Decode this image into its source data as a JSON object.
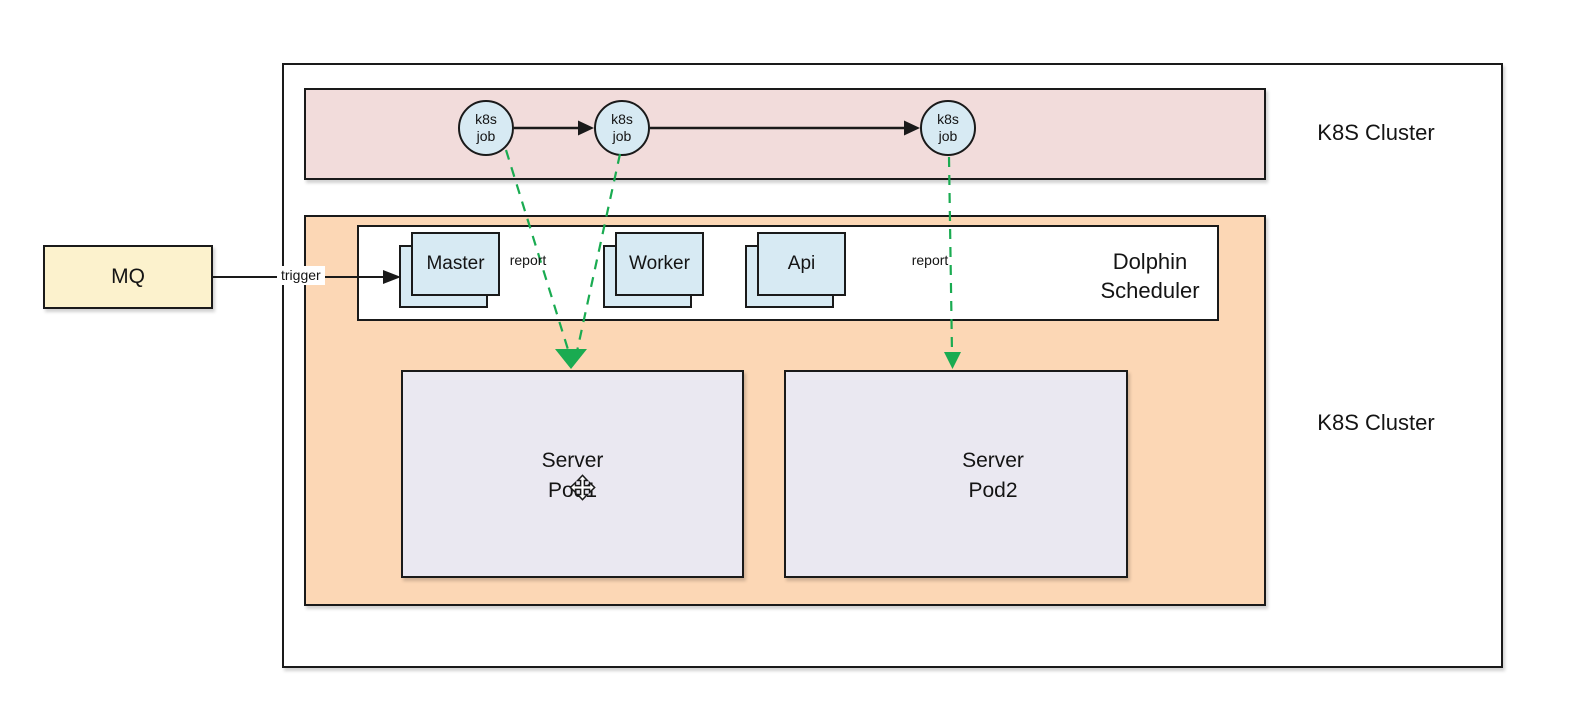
{
  "labels": {
    "cluster_top": "K8S Cluster",
    "cluster_bottom": "K8S Cluster",
    "trigger": "trigger",
    "report_left": "report",
    "report_right": "report",
    "dolphin_line1": "Dolphin",
    "dolphin_line2": "Scheduler"
  },
  "mq": {
    "label": "MQ"
  },
  "jobs": [
    {
      "line1": "k8s",
      "line2": "job"
    },
    {
      "line1": "k8s",
      "line2": "job"
    },
    {
      "line1": "k8s",
      "line2": "job"
    }
  ],
  "scheduler_components": [
    {
      "label": "Master"
    },
    {
      "label": "Worker"
    },
    {
      "label": "Api"
    }
  ],
  "pods": [
    {
      "line1": "Server",
      "line2": "Pod1"
    },
    {
      "line1": "Server",
      "line2": "Pod2"
    }
  ],
  "icons": {
    "move_cursor": "move-cursor-icon"
  },
  "colors": {
    "band_pink": "#f2dcdb",
    "band_orange": "#fcd7b5",
    "node_blue": "#d7eaf3",
    "mq_yellow": "#fcf2cd",
    "pod_lavender": "#eae8f1",
    "arrow_green": "#1aab51",
    "line_black": "#1a1a1a"
  }
}
